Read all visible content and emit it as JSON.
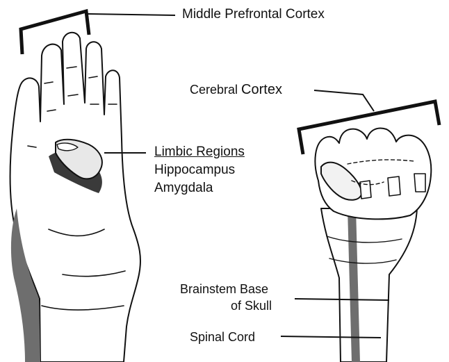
{
  "labels": {
    "middle_prefrontal": "Middle Prefrontal Cortex",
    "cerebral_prefix": "Cerebral",
    "cerebral_word": "Cortex",
    "limbic_heading": "Limbic Regions",
    "hippocampus": "Hippocampus",
    "amygdala": "Amygdala",
    "brainstem_line1": "Brainstem Base",
    "brainstem_line2": "of Skull",
    "spinal_cord": "Spinal Cord"
  },
  "colors": {
    "ink": "#111111",
    "skin": "#ffffff",
    "shadow": "#6e6e6e",
    "shade_light": "#c9c9c9"
  }
}
